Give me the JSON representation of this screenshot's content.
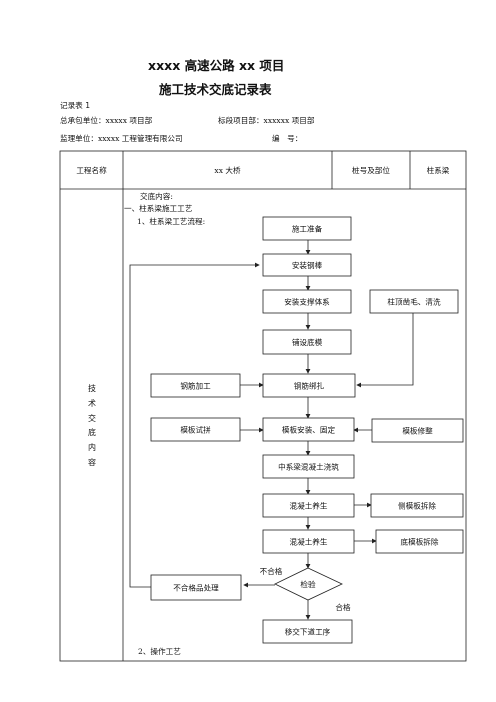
{
  "header": {
    "title_line1": "xxxx 高速公路 xx 项目",
    "title_line2": "施工技术交底记录表",
    "record_no": "记录表 1",
    "contractor": "总承包单位：xxxxx 项目部",
    "section": "标段项目部：xxxxxx 项目部",
    "supervisor": "监理单位：xxxxx 工程管理有限公司",
    "number_label": "编　号："
  },
  "table": {
    "project_name_label": "工程名称",
    "project_name_value": "xx 大桥",
    "location_label": "桩号及部位",
    "location_value": "柱系梁",
    "side_label": "技术交底内容"
  },
  "content": {
    "intro": "交底内容:",
    "section1": "一、柱系梁施工工艺",
    "sub1": "1、柱系梁工艺流程:",
    "sub2": "2、操作工艺"
  },
  "flow": {
    "prep": "施工准备",
    "rebar_install": "安装钢棒",
    "support": "安装支撑体系",
    "column_top": "柱顶凿毛、清洗",
    "bottom_form": "铺设底模",
    "rebar_process": "钢筋加工",
    "rebar_tie": "钢筋绑扎",
    "form_trial": "模板试拼",
    "form_install": "模板安装、固定",
    "form_repair": "模板修整",
    "pour": "中系梁混凝土浇筑",
    "cure1": "混凝土养生",
    "side_remove": "侧模板拆除",
    "cure2": "混凝土养生",
    "bottom_remove": "底模板拆除",
    "reject_handle": "不合格品处理",
    "inspect": "检验",
    "fail_label": "不合格",
    "pass_label": "合格",
    "handover": "移交下道工序"
  }
}
